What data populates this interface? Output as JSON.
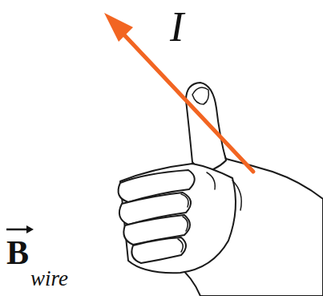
{
  "diagram": {
    "labels": [
      "I",
      "B",
      "wire"
    ]
  }
}
